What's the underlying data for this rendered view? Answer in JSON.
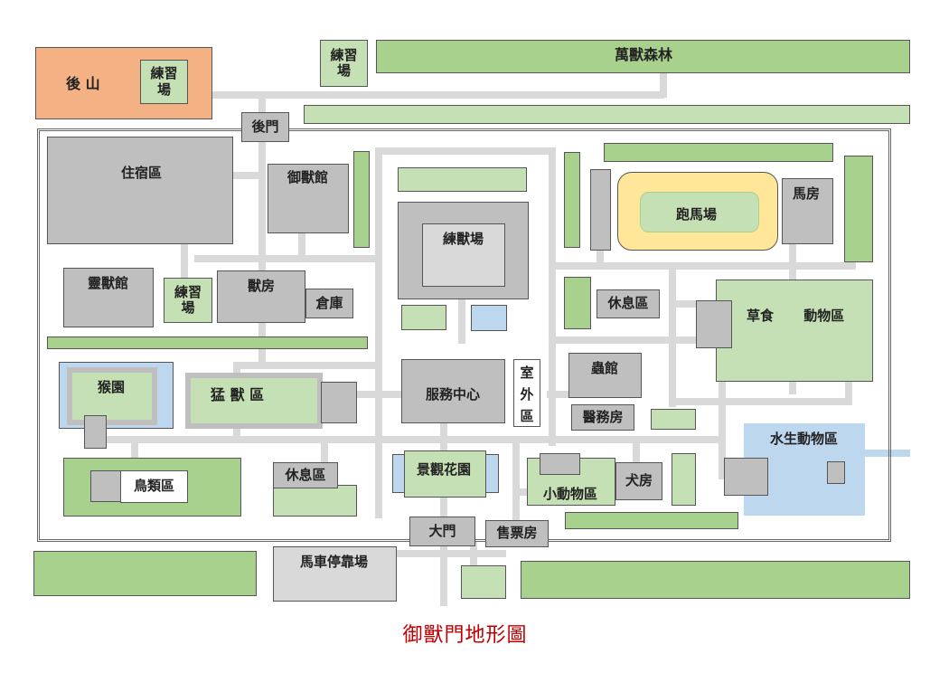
{
  "title": "御獸門地形圖",
  "labels": {
    "back_mountain": "後 山",
    "practice_field_a": "練習\n場",
    "practice_field_b": "練習\n場",
    "practice_field_c": "練習\n場",
    "beast_forest": "萬獸森林",
    "back_gate": "後門",
    "dormitory": "住宿區",
    "beast_hall": "御獸館",
    "spirit_hall": "靈獸館",
    "beast_house": "獸房",
    "warehouse": "倉庫",
    "training_field": "練獸場",
    "racecourse": "跑馬場",
    "stable": "馬房",
    "rest_area_a": "休息區",
    "rest_area_b": "休息區",
    "herbivore": "草食 動物區",
    "monkey": "猴園",
    "fierce_beast": "猛 獸 區",
    "service_center": "服務中心",
    "outdoor": "室外區",
    "insect_hall": "蟲館",
    "medical": "醫務房",
    "aquatic": "水生動物區",
    "bird": "鳥類區",
    "garden": "景觀花園",
    "small_animal": "小動物區",
    "dog_house": "犬房",
    "main_gate": "大門",
    "ticket": "售票房",
    "carriage": "馬車停靠場"
  },
  "colors": {
    "green": "#a9d18e",
    "light_green": "#c5e0b4",
    "gray": "#bfbfbf",
    "light_gray": "#d9d9d9",
    "orange": "#f4b183",
    "blue": "#bdd7ee",
    "yellow": "#ffe699",
    "title_red": "#c00000"
  }
}
